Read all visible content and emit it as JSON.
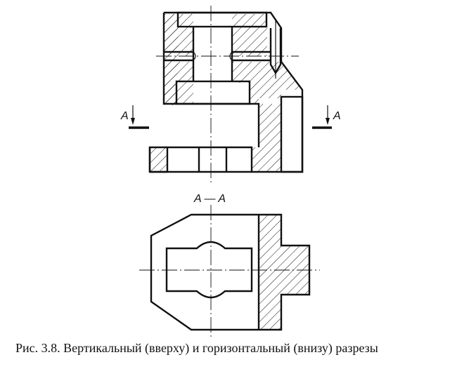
{
  "labels": {
    "section_mark_left": "A",
    "section_mark_right": "A",
    "section_title": "A — A"
  },
  "caption": "Рис. 3.8. Вертикальный (вверху) и горизонтальный (внизу) разрезы",
  "colors": {
    "ink": "#111111",
    "paper": "#ffffff"
  }
}
